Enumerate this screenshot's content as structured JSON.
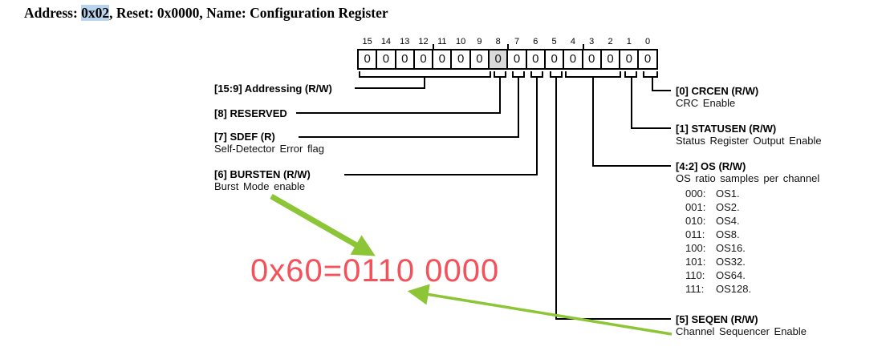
{
  "title": {
    "prefix": "Address: ",
    "highlight": "0x02",
    "suffix": ", Reset: 0x0000, Name: Configuration Register"
  },
  "register": {
    "bits": [
      {
        "num": "15",
        "value": "0"
      },
      {
        "num": "14",
        "value": "0"
      },
      {
        "num": "13",
        "value": "0"
      },
      {
        "num": "12",
        "value": "0"
      },
      {
        "num": "11",
        "value": "0"
      },
      {
        "num": "10",
        "value": "0"
      },
      {
        "num": "9",
        "value": "0"
      },
      {
        "num": "8",
        "value": "0",
        "reserved": true
      },
      {
        "num": "7",
        "value": "0"
      },
      {
        "num": "6",
        "value": "0"
      },
      {
        "num": "5",
        "value": "0"
      },
      {
        "num": "4",
        "value": "0"
      },
      {
        "num": "3",
        "value": "0"
      },
      {
        "num": "2",
        "value": "0"
      },
      {
        "num": "1",
        "value": "0"
      },
      {
        "num": "0",
        "value": "0"
      }
    ]
  },
  "fields": {
    "left": [
      {
        "label": "[15:9] Addressing (R/W)",
        "desc": ""
      },
      {
        "label": "[8] RESERVED",
        "desc": ""
      },
      {
        "label": "[7] SDEF (R)",
        "desc": "Self-Detector Error flag"
      },
      {
        "label": "[6] BURSTEN (R/W)",
        "desc": "Burst Mode enable"
      }
    ],
    "right": [
      {
        "label": "[0] CRCEN (R/W)",
        "desc": "CRC Enable"
      },
      {
        "label": "[1] STATUSEN (R/W)",
        "desc": "Status Register Output Enable"
      },
      {
        "label": "[4:2] OS (R/W)",
        "desc": "OS ratio samples per channel"
      },
      {
        "label": "[5] SEQEN (R/W)",
        "desc": "Channel Sequencer Enable"
      }
    ]
  },
  "os_options": [
    {
      "code": "000:",
      "value": "OS1."
    },
    {
      "code": "001:",
      "value": "OS2."
    },
    {
      "code": "010:",
      "value": "OS4."
    },
    {
      "code": "011:",
      "value": "OS8."
    },
    {
      "code": "100:",
      "value": "OS16."
    },
    {
      "code": "101:",
      "value": "OS32."
    },
    {
      "code": "110:",
      "value": "OS64."
    },
    {
      "code": "111:",
      "value": "OS128."
    }
  ],
  "annotation": {
    "text": "0x60=0110 0000",
    "color": "#f4515a"
  },
  "colors": {
    "arrow_green": "#8cc636",
    "highlight_blue": "#b9d3ec",
    "reserved_gray": "#d9d9d9",
    "line_black": "#000000"
  }
}
